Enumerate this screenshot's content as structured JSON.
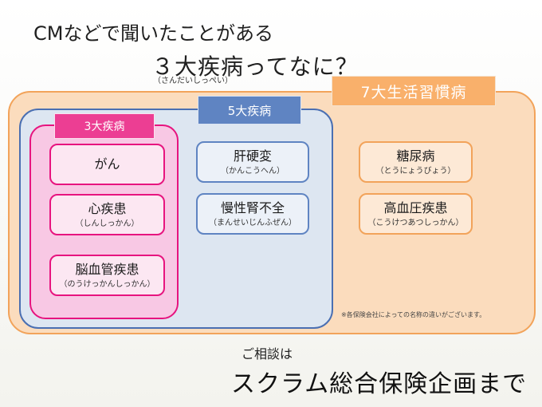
{
  "headline": "CMなどで聞いたことがある",
  "title": {
    "main": "３大疾病ってなに？",
    "reading": "（さんだいしっぺい）"
  },
  "groups": {
    "seven": {
      "label": "7大生活習慣病",
      "color": "#f2a35a"
    },
    "five": {
      "label": "5大疾病",
      "color": "#5f84c2"
    },
    "three": {
      "label": "3大疾病",
      "color": "#e7147f"
    }
  },
  "diseases": {
    "gan": {
      "name": "がん"
    },
    "shinshikkan": {
      "name": "心疾患",
      "reading": "（しんしっかん）"
    },
    "noukekkan": {
      "name": "脳血管疾患",
      "reading": "（のうけっかんしっかん）"
    },
    "kanko": {
      "name": "肝硬変",
      "reading": "（かんこうへん）"
    },
    "mansei": {
      "name": "慢性腎不全",
      "reading": "（まんせいじんふぜん）"
    },
    "tonyo": {
      "name": "糖尿病",
      "reading": "（とうにょうびょう）"
    },
    "kouketsuatsu": {
      "name": "高血圧疾患",
      "reading": "（こうけつあつしっかん）"
    }
  },
  "note": "※各保険会社によっての名称の違いがございます。",
  "consult": "ご相談は",
  "company": "スクラム総合保険企画まで"
}
